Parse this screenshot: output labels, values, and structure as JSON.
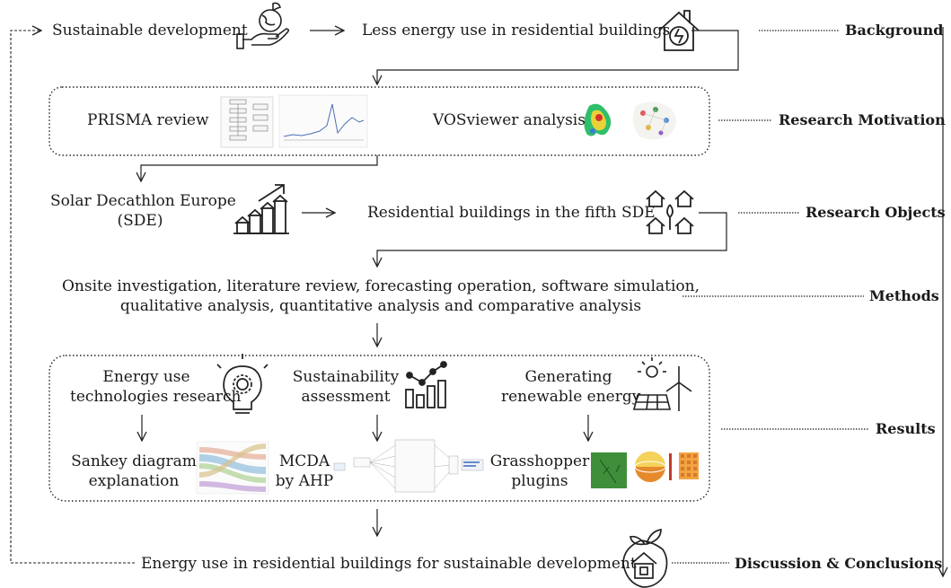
{
  "stages": {
    "background": {
      "label": "Background",
      "item1": "Sustainable development",
      "item2": "Less energy use in residential buildings"
    },
    "motivation": {
      "label": "Research Motivation",
      "item1": "PRISMA review",
      "item2": "VOSviewer analysis"
    },
    "objects": {
      "label": "Research Objects",
      "item1_line1": "Solar Decathlon Europe",
      "item1_line2": "(SDE)",
      "item2": "Residential buildings in the fifth SDE"
    },
    "methods": {
      "label": "Methods",
      "line1": "Onsite investigation, literature review, forecasting operation, software simulation,",
      "line2": "qualitative analysis, quantitative analysis and comparative analysis"
    },
    "results": {
      "label": "Results",
      "col1_top_line1": "Energy use",
      "col1_top_line2": "technologies research",
      "col1_bottom_line1": "Sankey diagram",
      "col1_bottom_line2": "explanation",
      "col2_top_line1": "Sustainability",
      "col2_top_line2": "assessment",
      "col2_bottom_line1": "MCDA",
      "col2_bottom_line2": "by AHP",
      "col3_top_line1": "Generating",
      "col3_top_line2": "renewable energy",
      "col3_bottom_line1": "Grasshopper",
      "col3_bottom_line2": "plugins"
    },
    "conclusion": {
      "label": "Discussion & Conclusions",
      "item": "Energy use in residential buildings for sustainable development"
    }
  },
  "icons": [
    "hand-globe-plant-icon",
    "house-energy-icon",
    "prisma-flow-thumbnail",
    "line-plot-thumbnail",
    "density-map-thumbnail",
    "network-map-thumbnail",
    "rising-houses-icon",
    "houses-tree-icon",
    "lightbulb-gear-icon",
    "growth-chart-icon",
    "sun-turbine-solar-icon",
    "sankey-thumbnail",
    "ahp-network-thumbnail",
    "green-simulation-thumbnail",
    "sun-path-thumbnail",
    "orange-grid-thumbnail",
    "eco-house-leaf-icon"
  ]
}
